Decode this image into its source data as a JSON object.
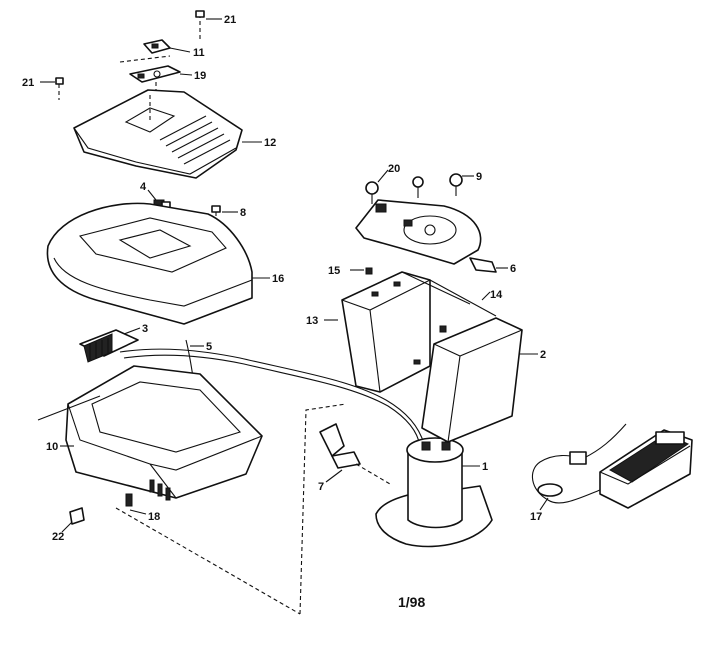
{
  "callouts": {
    "c1": "1",
    "c2": "2",
    "c3": "3",
    "c4": "4",
    "c5": "5",
    "c6": "6",
    "c7": "7",
    "c8": "8",
    "c9": "9",
    "c10": "10",
    "c11": "11",
    "c12": "12",
    "c13": "13",
    "c14": "14",
    "c15": "15",
    "c16": "16",
    "c17": "17",
    "c18": "18",
    "c19": "19",
    "c20": "20",
    "c21a": "21",
    "c21b": "21",
    "c22": "22"
  },
  "date_label": "1/98"
}
